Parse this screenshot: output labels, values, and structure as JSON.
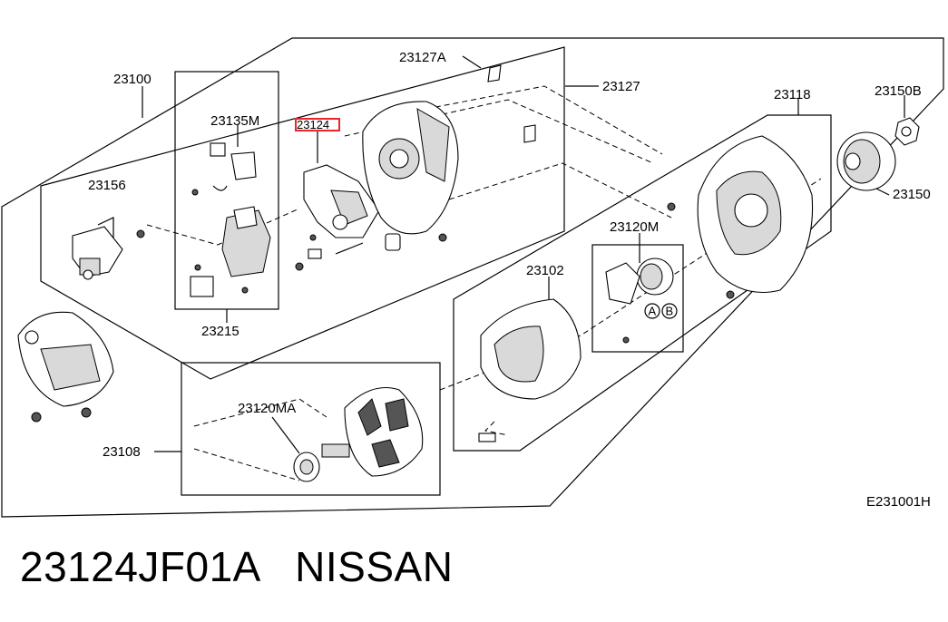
{
  "diagram": {
    "callouts": {
      "c23100": "23100",
      "c23127A": "23127A",
      "c23127": "23127",
      "c23135M": "23135M",
      "c23124": "23124",
      "c23118": "23118",
      "c23150B": "23150B",
      "c23150": "23150",
      "c23156": "23156",
      "c23120M": "23120M",
      "c23102": "23102",
      "c23215": "23215",
      "c23120MA": "23120MA",
      "c23108": "23108",
      "markA": "A",
      "markB": "B"
    },
    "highlight_color": "#e8262b",
    "diagram_code": "E231001H"
  },
  "caption": {
    "part_number": "23124JF01A",
    "brand": "NISSAN"
  }
}
